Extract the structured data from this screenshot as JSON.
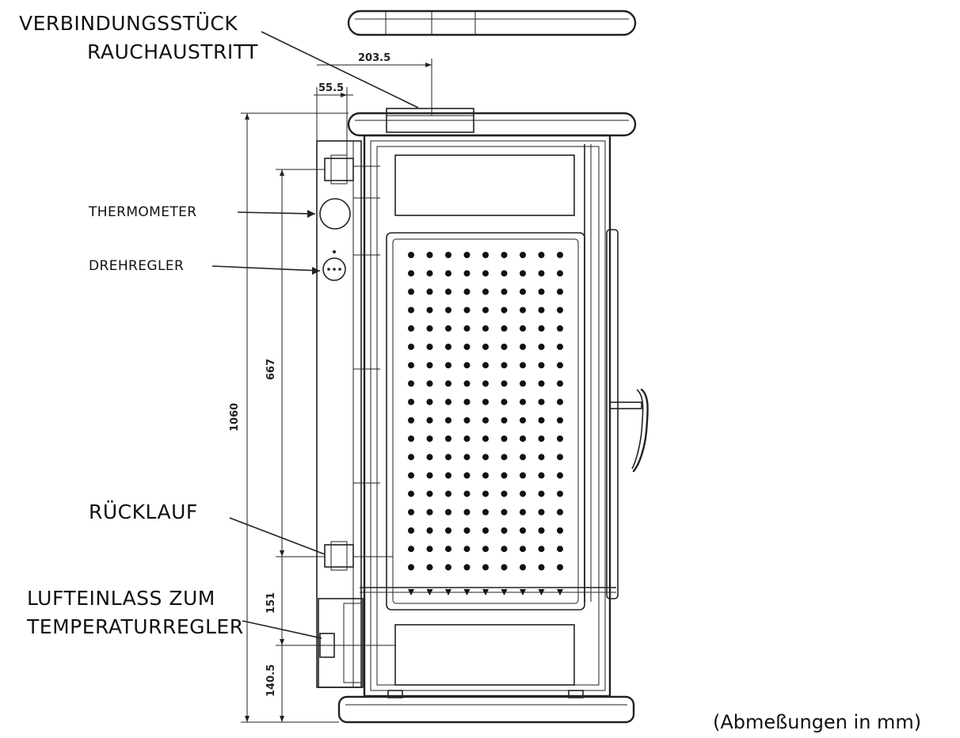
{
  "labels": {
    "connector_line1": "VERBINDUNGSSTÜCK",
    "connector_line2": "RAUCHAUSTRITT",
    "thermometer": "THERMOMETER",
    "knob": "DREHREGLER",
    "return_flow": "RÜCKLAUF",
    "air_inlet_line1": "LUFTEINLASS ZUM",
    "air_inlet_line2": "TEMPERATURREGLER",
    "units_note": "(Abmeßungen in mm)"
  },
  "dimensions": {
    "flue_offset": "203.5",
    "side_offset": "55.5",
    "total_height": "1060",
    "connection_span": "667",
    "inlet_height": "151",
    "base_height": "140.5"
  }
}
